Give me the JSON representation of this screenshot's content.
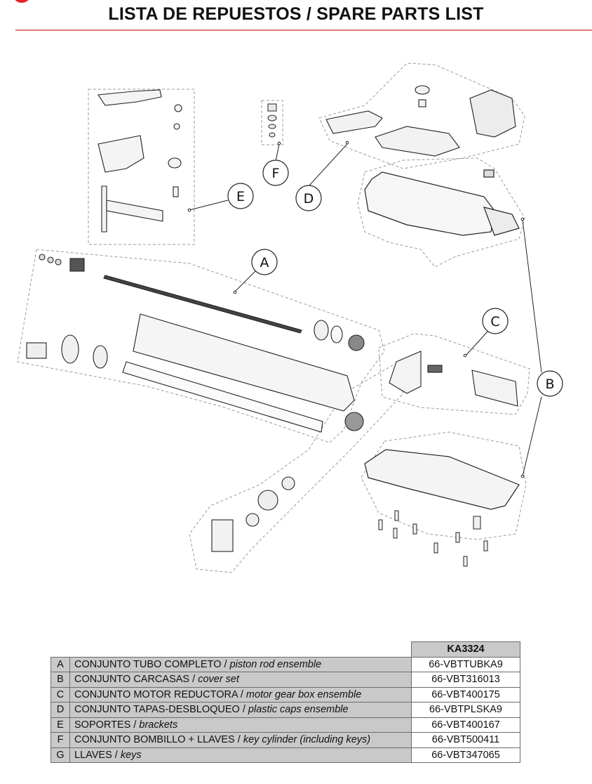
{
  "page": {
    "title": "LISTA DE REPUESTOS / SPARE PARTS LIST",
    "accent_color": "#e8202a",
    "rule_color": "#de7a7a"
  },
  "diagram": {
    "callouts": [
      {
        "id": "A",
        "label": "A"
      },
      {
        "id": "B",
        "label": "B"
      },
      {
        "id": "C",
        "label": "C"
      },
      {
        "id": "D",
        "label": "D"
      },
      {
        "id": "E",
        "label": "E"
      },
      {
        "id": "F",
        "label": "F"
      }
    ]
  },
  "parts_table": {
    "model_header": "KA3324",
    "rows": [
      {
        "letter": "A",
        "name_es": "CONJUNTO TUBO COMPLETO",
        "separator": " / ",
        "name_en": "piston rod ensemble",
        "code": "66-VBTTUBKA9"
      },
      {
        "letter": "B",
        "name_es": "CONJUNTO CARCASAS",
        "separator": " / ",
        "name_en": "cover set",
        "code": "66-VBT316013"
      },
      {
        "letter": "C",
        "name_es": "CONJUNTO MOTOR REDUCTORA",
        "separator": " / ",
        "name_en": "motor gear box ensemble",
        "code": "66-VBT400175"
      },
      {
        "letter": "D",
        "name_es": "CONJUNTO TAPAS-DESBLOQUEO",
        "separator": " / ",
        "name_en": "plastic caps ensemble",
        "code": "66-VBTPLSKA9"
      },
      {
        "letter": "E",
        "name_es": "SOPORTES",
        "separator": " / ",
        "name_en": "brackets",
        "code": "66-VBT400167"
      },
      {
        "letter": "F",
        "name_es": "CONJUNTO BOMBILLO + LLAVES",
        "separator": " / ",
        "name_en": "key cylinder (including keys)",
        "code": "66-VBT500411"
      },
      {
        "letter": "G",
        "name_es": "LLAVES",
        "separator": " / ",
        "name_en": "keys",
        "code": "66-VBT347065"
      }
    ]
  }
}
